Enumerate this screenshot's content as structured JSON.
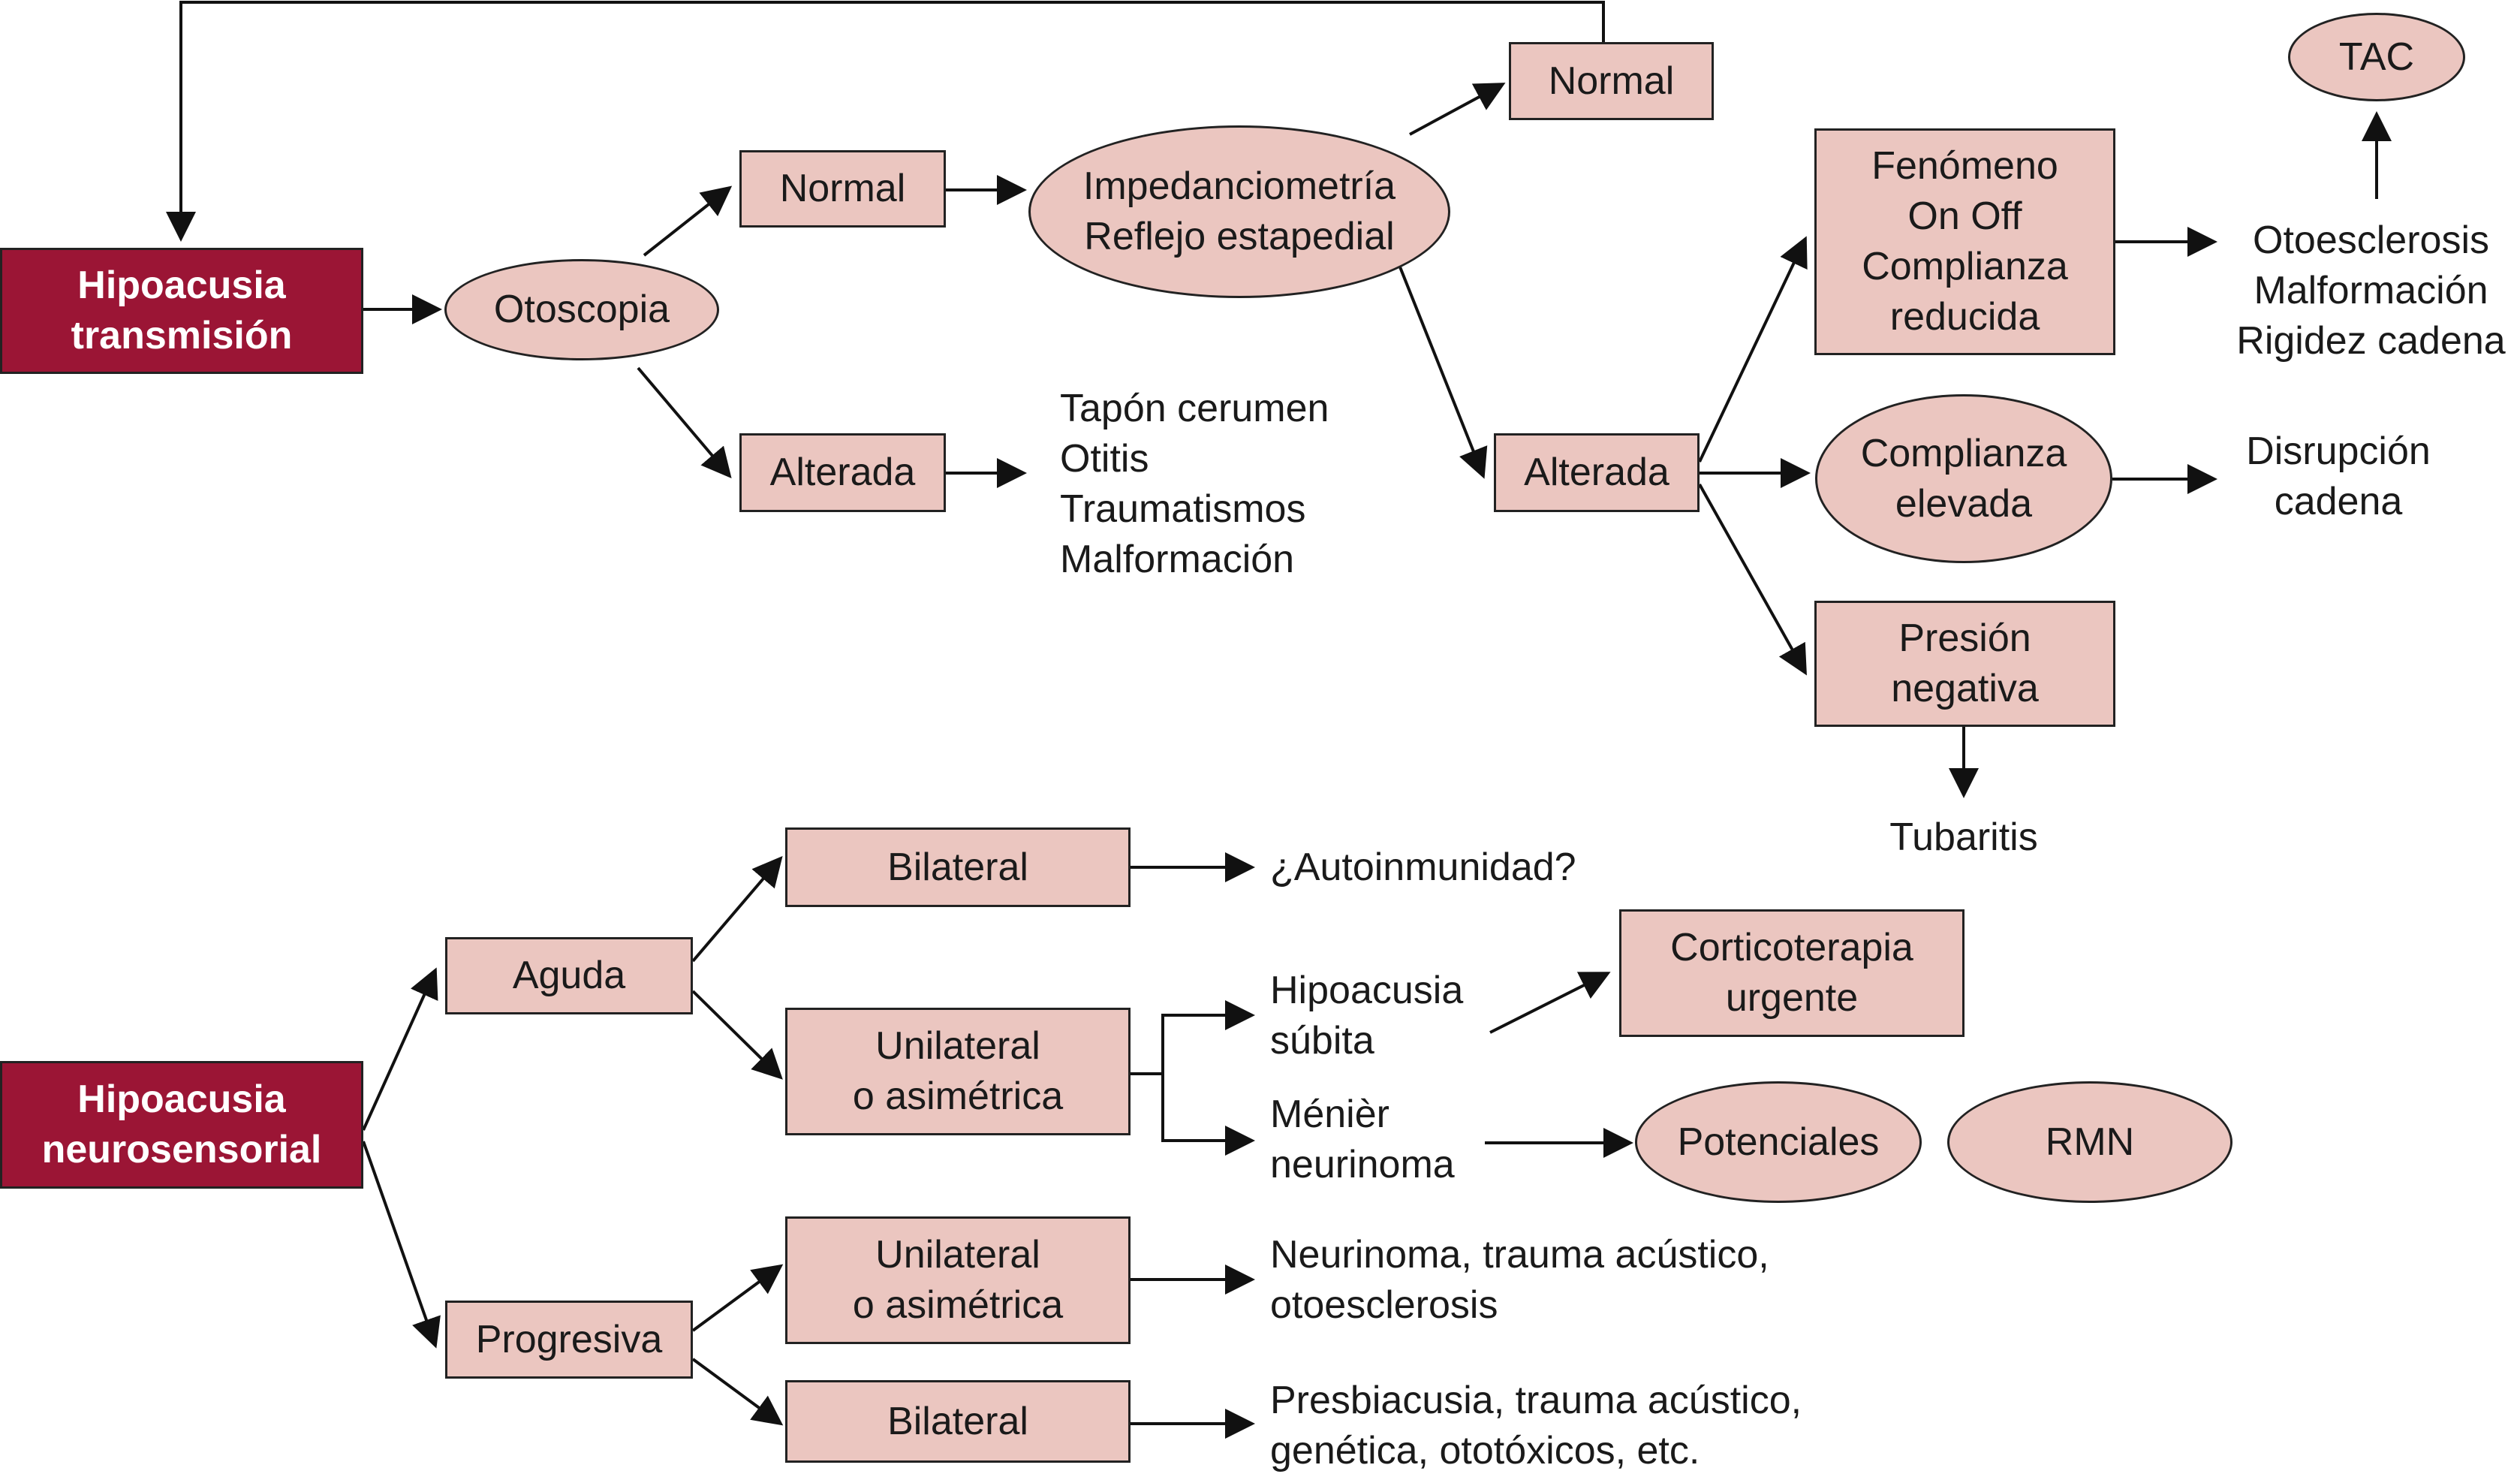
{
  "transmission": {
    "root": [
      "Hipoacusia",
      "transmisión"
    ],
    "otoscopia": [
      "Otoscopia"
    ],
    "oto_normal": [
      "Normal"
    ],
    "oto_alterada": [
      "Alterada"
    ],
    "causes_alterada": [
      "Tapón cerumen",
      "Otitis",
      "Traumatismos",
      "Malformación"
    ],
    "impedancia": [
      "Impedanciometría",
      "Reflejo estapedial"
    ],
    "imp_normal": [
      "Normal"
    ],
    "imp_alterada": [
      "Alterada"
    ],
    "fenomeno": [
      "Fenómeno",
      "On Off",
      "Complianza",
      "reducida"
    ],
    "tac": [
      "TAC"
    ],
    "otoesclerosis": [
      "Otoesclerosis",
      "Malformación",
      "Rigidez cadena"
    ],
    "complianza_elevada": [
      "Complianza",
      "elevada"
    ],
    "disrupcion": [
      "Disrupción",
      "cadena"
    ],
    "presion": [
      "Presión",
      "negativa"
    ],
    "tubaritis": [
      "Tubaritis"
    ]
  },
  "neurosensorial": {
    "root": [
      "Hipoacusia",
      "neurosensorial"
    ],
    "aguda": [
      "Aguda"
    ],
    "progresiva": [
      "Progresiva"
    ],
    "aguda_bilateral": [
      "Bilateral"
    ],
    "autoinmunidad": [
      "¿Autoinmunidad?"
    ],
    "aguda_unilateral": [
      "Unilateral",
      "o asimétrica"
    ],
    "subita": [
      "Hipoacusia",
      "súbita"
    ],
    "corticoterapia": [
      "Corticoterapia",
      "urgente"
    ],
    "meniere": [
      "Ménièr",
      "neurinoma"
    ],
    "potenciales": [
      "Potenciales"
    ],
    "rmn": [
      "RMN"
    ],
    "prog_unilateral": [
      "Unilateral",
      "o asimétrica"
    ],
    "neurinoma_trauma": [
      "Neurinoma, trauma acústico,",
      "otoesclerosis"
    ],
    "prog_bilateral": [
      "Bilateral"
    ],
    "presbiacusia": [
      "Presbiacusia, trauma acústico,",
      "genética, ototóxicos, etc."
    ]
  },
  "colors": {
    "root_fill": "#9b1535",
    "node_fill": "#ebc6c0",
    "stroke": "#222222"
  }
}
